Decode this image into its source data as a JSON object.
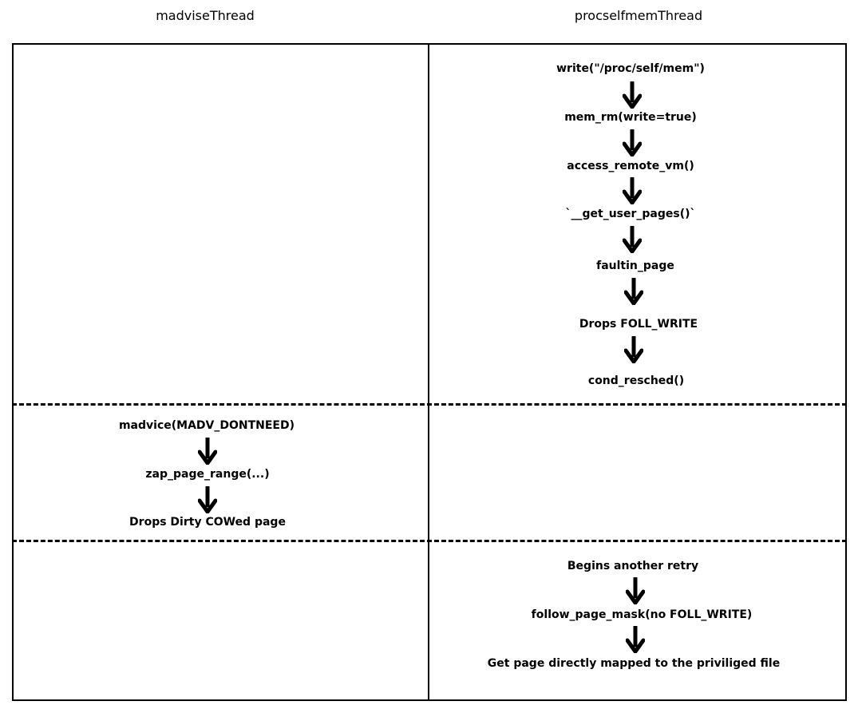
{
  "columns": {
    "left_title": "madviseThread",
    "right_title": "procselfmemThread"
  },
  "right_top_steps": [
    "write(\"/proc/self/mem\")",
    "mem_rm(write=true)",
    "access_remote_vm()",
    "`__get_user_pages()`",
    "faultin_page",
    "Drops FOLL_WRITE",
    "cond_resched()"
  ],
  "left_middle_steps": [
    "madvice(MADV_DONTNEED)",
    "zap_page_range(...)",
    "Drops Dirty COWed page"
  ],
  "right_bottom_steps": [
    "Begins another retry",
    "follow_page_mask(no FOLL_WRITE)",
    "Get page directly mapped to the priviliged file"
  ],
  "icons": {
    "arrow": "arrow-down-icon"
  }
}
